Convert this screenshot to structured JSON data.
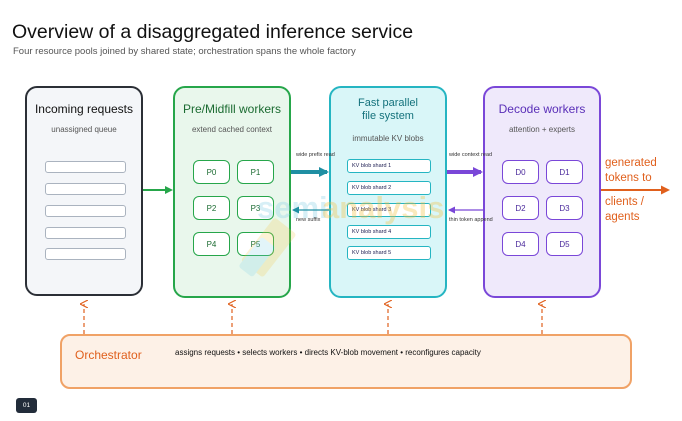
{
  "title": "Overview of a disaggregated inference service",
  "subtitle": "Four resource pools joined by shared state; orchestration spans the whole factory",
  "watermark": "semianalysis",
  "incoming": {
    "title": "Incoming requests",
    "subtitle": "unassigned queue"
  },
  "prefill": {
    "title": "Pre/Midfill workers",
    "subtitle": "extend cached context",
    "workers": [
      "P0",
      "P1",
      "P2",
      "P3",
      "P4",
      "P5"
    ]
  },
  "filesystem": {
    "title_line1": "Fast parallel",
    "title_line2": "file system",
    "subtitle": "immutable KV blobs",
    "shards": [
      "KV blob shard 1",
      "KV blob shard 2",
      "KV blob shard 3",
      "KV blob shard 4",
      "KV blob shard 5"
    ]
  },
  "decode": {
    "title": "Decode workers",
    "subtitle": "attention + experts",
    "workers": [
      "D0",
      "D1",
      "D2",
      "D3",
      "D4",
      "D5"
    ]
  },
  "flows": {
    "wide_prefix_read": "wide prefix read",
    "new_suffix": "new suffix",
    "wide_context_read": "wide context read",
    "thin_token_append": "thin token append"
  },
  "output": {
    "line1": "generated",
    "line2": "tokens to",
    "line3": "clients /",
    "line4": "agents"
  },
  "orchestrator": {
    "title": "Orchestrator",
    "description": "assigns requests • selects workers • directs KV-blob movement • reconfigures capacity"
  },
  "slide_number": "01",
  "colors": {
    "prefill": "#26a64a",
    "filesystem": "#25b5c2",
    "decode": "#7a47d8",
    "orchestrator": "#e0601d",
    "incoming": "#2b2f36"
  }
}
